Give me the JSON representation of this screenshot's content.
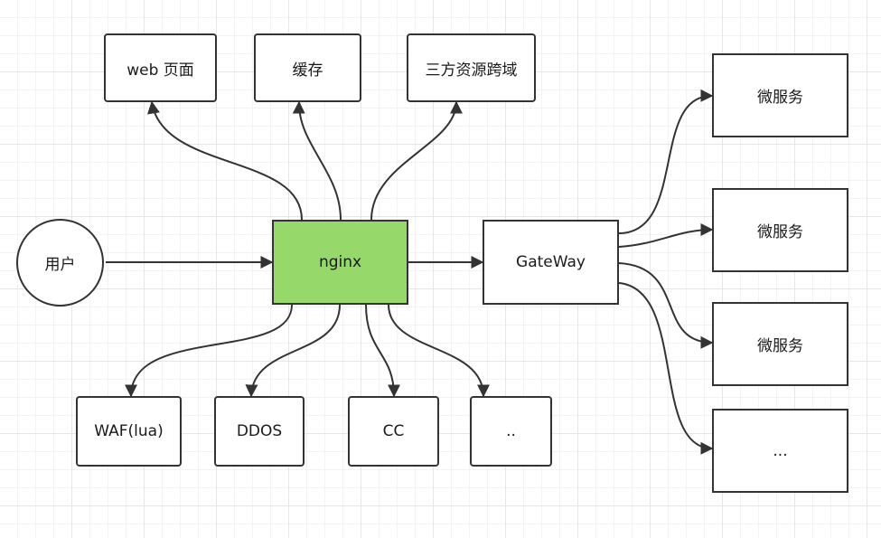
{
  "diagram": {
    "colors": {
      "line": "#333333",
      "node_border": "#333333",
      "nginx_fill": "#97d86a",
      "node_fill": "#ffffff"
    },
    "nodes": {
      "user": "用户",
      "nginx": "nginx",
      "gateway": "GateWay",
      "web": "web 页面",
      "cache": "缓存",
      "cors": "三方资源跨域",
      "waf": "WAF(lua)",
      "ddos": "DDOS",
      "cc": "CC",
      "more_nginx": "..",
      "ms1": "微服务",
      "ms2": "微服务",
      "ms3": "微服务",
      "more_ms": "..."
    }
  }
}
